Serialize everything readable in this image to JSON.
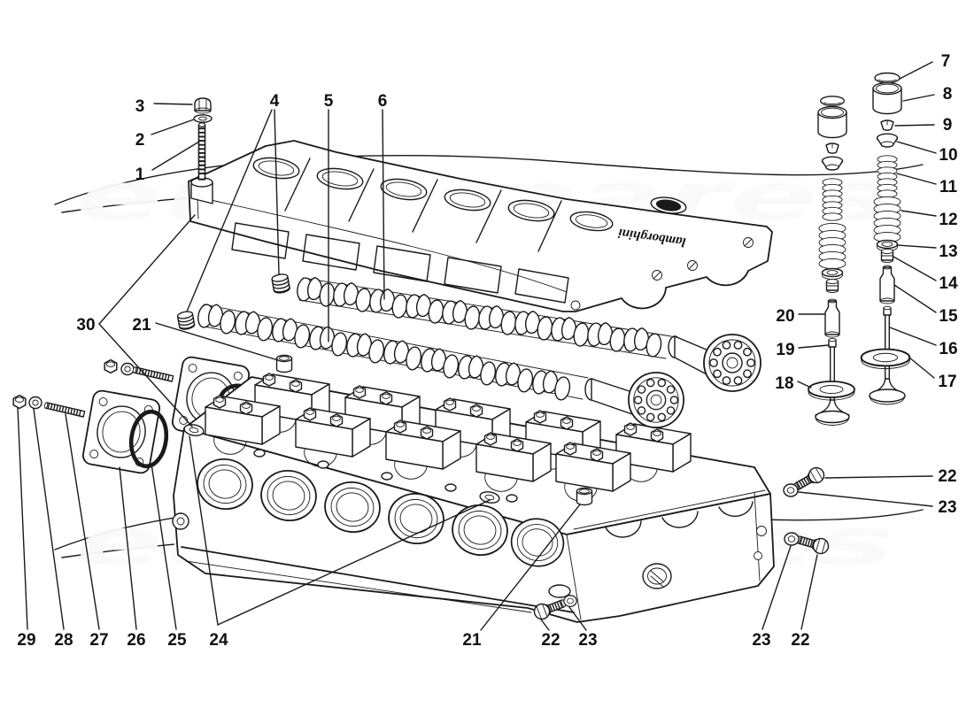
{
  "page": {
    "background": "#ffffff",
    "line_color": "#1a1a1a"
  },
  "watermark": {
    "text": "eurospares",
    "text_fill": "#fafafa",
    "text_outline": "#c9c9c9",
    "swoosh_color": "#e3e3e3",
    "occurrences": 2
  },
  "cover": {
    "logo_text": "lamborghini"
  },
  "labels": [
    "1",
    "2",
    "3",
    "4",
    "5",
    "6",
    "7",
    "8",
    "9",
    "10",
    "11",
    "12",
    "13",
    "14",
    "15",
    "16",
    "17",
    "18",
    "19",
    "20",
    "21",
    "30",
    "22",
    "23",
    "29",
    "28",
    "27",
    "26",
    "25",
    "24",
    "21",
    "22",
    "23",
    "23",
    "22"
  ]
}
